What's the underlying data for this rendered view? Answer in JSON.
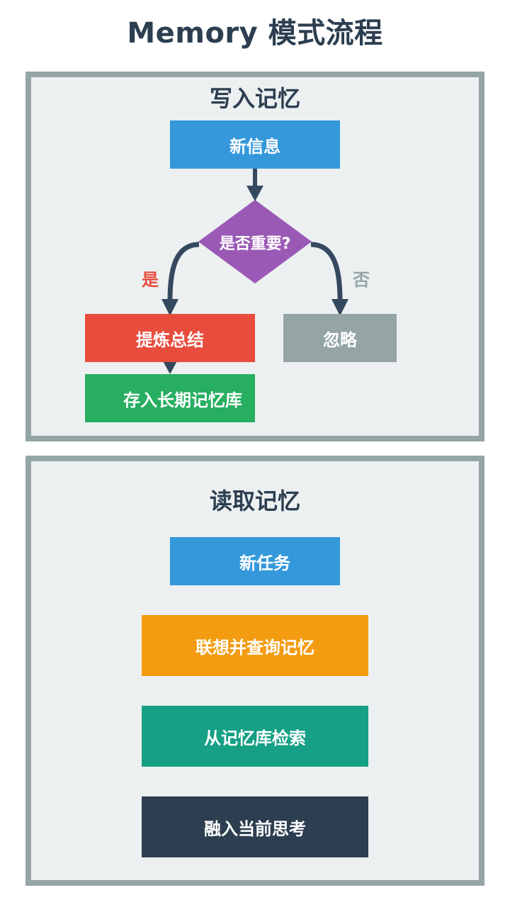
{
  "title": "Memory 模式流程",
  "write_section": {
    "title": "写入记忆",
    "new_info": "新信息",
    "decision": "是否重要?",
    "yes_label": "是",
    "no_label": "否",
    "summarize": "提炼总结",
    "ignore": "忽略",
    "store": "存入长期记忆库"
  },
  "read_section": {
    "title": "读取记忆",
    "new_task": "新任务",
    "associate_query": "联想并查询记忆",
    "retrieve": "从记忆库检索",
    "integrate": "融入当前思考"
  },
  "colors": {
    "blue": "#3498db",
    "purple": "#9b59b6",
    "red": "#e74c3c",
    "gray": "#95a5a6",
    "green": "#27ae60",
    "orange": "#f39c12",
    "teal": "#16a085",
    "navy": "#2c3e50"
  }
}
